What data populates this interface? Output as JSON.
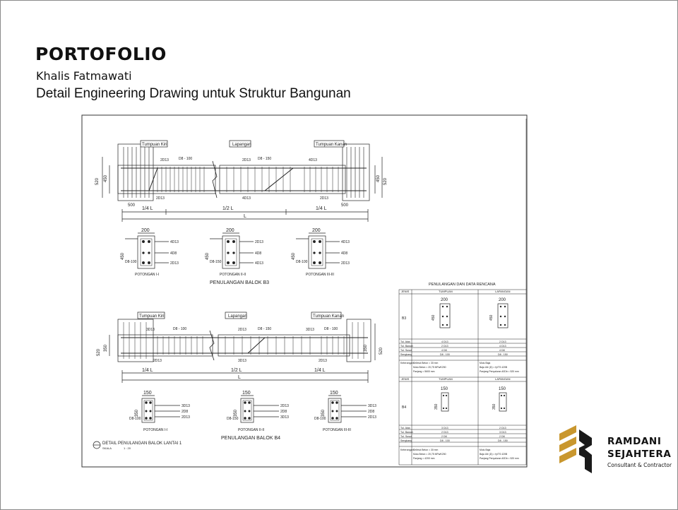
{
  "header": {
    "title": "PORTOFOLIO",
    "author": "Khalis Fatmawati",
    "subtitle": "Detail Engineering Drawing untuk Struktur Bangunan"
  },
  "drawing": {
    "beam_b3": {
      "zones": [
        "Tumpuan Kiri",
        "Lapangan",
        "Tumpuan Kanan"
      ],
      "span_labels": [
        "1/4  L",
        "1/2  L",
        "1/4  L"
      ],
      "total_label": "L",
      "heights": [
        "520",
        "450"
      ],
      "support_width": "500",
      "bars": [
        "2D13",
        "D8 - 100",
        "D8 - 150",
        "4D13"
      ],
      "sections": [
        {
          "label": "POTONGAN I-I",
          "width": "200",
          "height": "450",
          "stirrup": "D8-100",
          "top": "4D13",
          "mid": "4D8",
          "bottom": "2D13"
        },
        {
          "label": "POTONGAN II-II",
          "width": "200",
          "height": "450",
          "stirrup": "D8-150",
          "top": "2D13",
          "mid": "4D8",
          "bottom": "4D13"
        },
        {
          "label": "POTONGAN III-III",
          "width": "200",
          "height": "450",
          "stirrup": "D8-100",
          "top": "4D13",
          "mid": "4D8",
          "bottom": "2D13"
        }
      ],
      "caption": "PENULANGAN BALOK B3"
    },
    "beam_b4": {
      "zones": [
        "Tumpuan Kiri",
        "Lapangan",
        "Tumpuan Kanan"
      ],
      "span_labels": [
        "1/4  L",
        "1/2  L",
        "1/4  L"
      ],
      "total_label": "L",
      "heights": [
        "350",
        "520"
      ],
      "bars": [
        "3D13",
        "D8 - 100",
        "D8 - 150",
        "2D13"
      ],
      "sections": [
        {
          "label": "POTONGAN I-I",
          "width": "150",
          "height": "350",
          "stirrup": "D8-100",
          "top": "3D13",
          "mid": "2D8",
          "bottom": "2D13"
        },
        {
          "label": "POTONGAN II-II",
          "width": "150",
          "height": "350",
          "stirrup": "D8-150",
          "top": "2D13",
          "mid": "2D8",
          "bottom": "3D13"
        },
        {
          "label": "POTONGAN III-III",
          "width": "150",
          "height": "350",
          "stirrup": "D8-100",
          "top": "3D13",
          "mid": "2D8",
          "bottom": "2D13"
        }
      ],
      "caption": "PENULANGAN BALOK B4"
    },
    "detail_note": {
      "title": "DETAIL PENULANGAN BALOK LANTAI 1",
      "scale_label": "SKALA",
      "scale_value": "1 : 20"
    },
    "table": {
      "title": "PENULANGAN DAN DATA RENCANA",
      "headers": [
        "JENIS",
        "TUMPUAN",
        "LAPANGAN"
      ],
      "b3": {
        "name": "B3",
        "width": "200",
        "height": "450",
        "rows": [
          {
            "label": "Tul. Atas",
            "tumpuan": "4 D13",
            "lapangan": "2 D13"
          },
          {
            "label": "Tul. Bawah",
            "tumpuan": "2 D13",
            "lapangan": "4 D13"
          },
          {
            "label": "Tul. Susut",
            "tumpuan": "4 D8",
            "lapangan": "4 D8"
          },
          {
            "label": "Sengkang",
            "tumpuan": "D8 - 100",
            "lapangan": "D8 - 150"
          }
        ],
        "notes_label": "Keterangan",
        "notes_left": [
          "Selimut Beton  = 30 mm",
          "Mutu Beton     = 20,75 MPa/K250",
          "Panjang          = 5600 mm"
        ],
        "notes_right": [
          "Mutu Baja",
          "Baja Ulir (D)    = fy/TS 420B",
          "Panjang Penyaluran 40Db = 520 mm"
        ]
      },
      "b4": {
        "name": "B4",
        "width": "150",
        "height": "350",
        "rows": [
          {
            "label": "Tul. Atas",
            "tumpuan": "3 D13",
            "lapangan": "2 D13"
          },
          {
            "label": "Tul. Bawah",
            "tumpuan": "2 D13",
            "lapangan": "3 D13"
          },
          {
            "label": "Tul. Susut",
            "tumpuan": "2 D8",
            "lapangan": "2 D8"
          },
          {
            "label": "Sengkang",
            "tumpuan": "D8 - 100",
            "lapangan": "D8 - 150"
          }
        ],
        "notes_label": "Keterangan",
        "notes_left": [
          "Selimut Beton  = 30 mm",
          "Mutu Beton     = 20,75 MPa/K250",
          "Panjang          = 4200 mm"
        ],
        "notes_right": [
          "Mutu Baja",
          "Baja Ulir (D)    = fy/TS 420B",
          "Panjang Penyaluran 40Db = 520 mm"
        ]
      }
    }
  },
  "brand": {
    "name_line1": "RAMDANI",
    "name_line2": "SEJAHTERA",
    "tagline": "Consultant & Contractor",
    "accent_color": "#c9972e",
    "dark_color": "#1a1a1a"
  }
}
